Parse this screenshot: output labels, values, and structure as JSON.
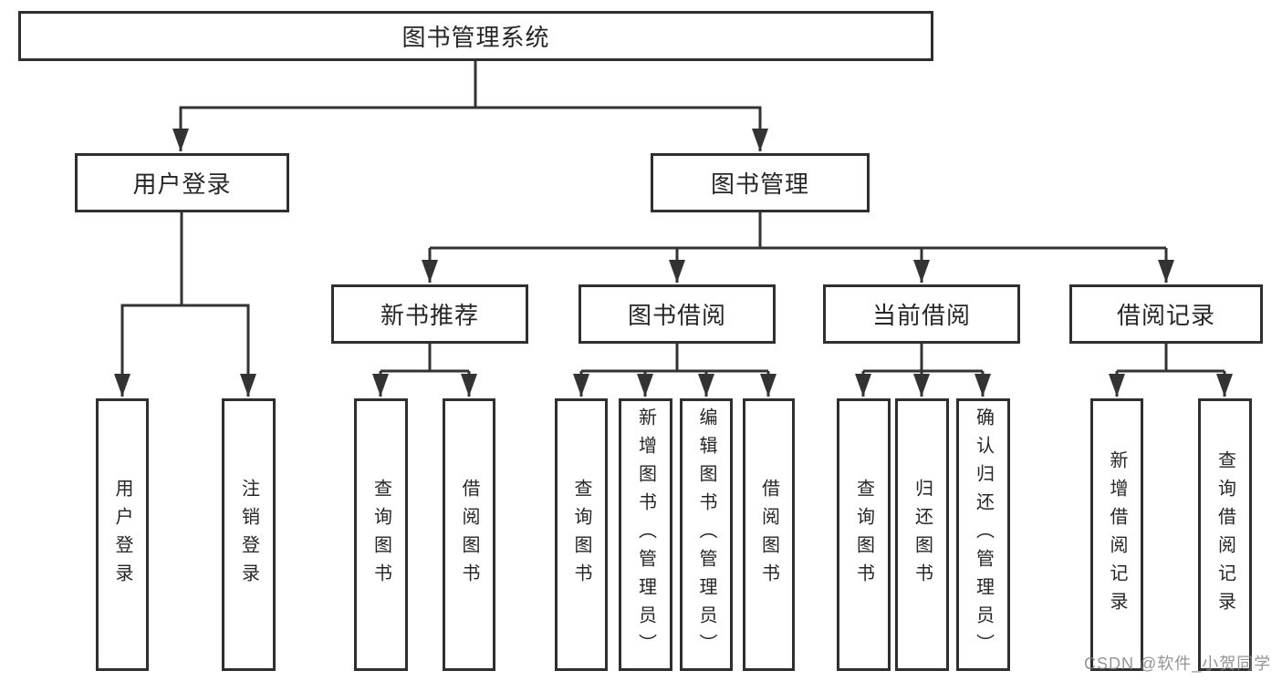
{
  "colors": {
    "line": "#333333",
    "box_border": "#2f2f2f",
    "text": "#262626",
    "background": "#ffffff",
    "watermark": "#828282"
  },
  "watermark": {
    "text": "CSDN @软件_小贺同学"
  },
  "tree": {
    "label": "图书管理系统",
    "children": [
      {
        "label": "用户登录",
        "children": [
          {
            "label": "用户登录"
          },
          {
            "label": "注销登录"
          }
        ]
      },
      {
        "label": "图书管理",
        "children": [
          {
            "label": "新书推荐",
            "children": [
              {
                "label": "查询图书"
              },
              {
                "label": "借阅图书"
              }
            ]
          },
          {
            "label": "图书借阅",
            "children": [
              {
                "label": "查询图书"
              },
              {
                "label": "新增图书（管理员）"
              },
              {
                "label": "编辑图书（管理员）"
              },
              {
                "label": "借阅图书"
              }
            ]
          },
          {
            "label": "当前借阅",
            "children": [
              {
                "label": "查询图书"
              },
              {
                "label": "归还图书"
              },
              {
                "label": "确认归还（管理员）"
              }
            ]
          },
          {
            "label": "借阅记录",
            "children": [
              {
                "label": "新增借阅记录"
              },
              {
                "label": "查询借阅记录"
              }
            ]
          }
        ]
      }
    ]
  }
}
